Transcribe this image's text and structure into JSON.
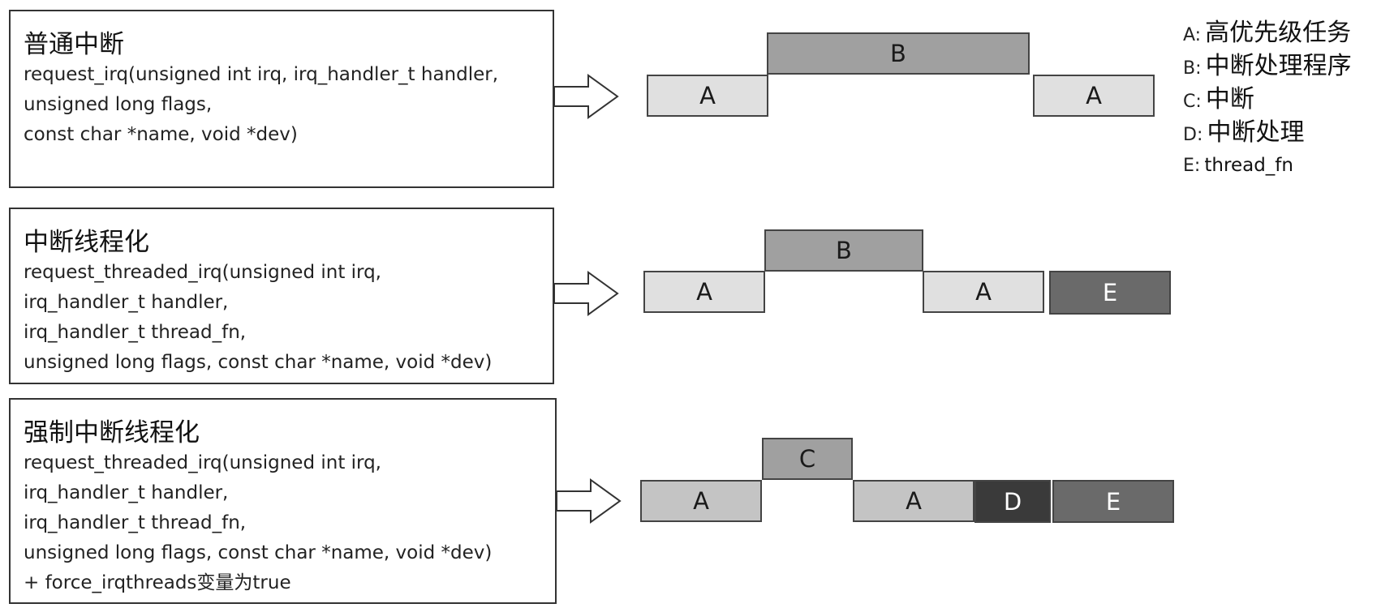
{
  "panels": [
    {
      "title": "普通中断",
      "lines": [
        "request_irq(unsigned int irq, irq_handler_t handler,",
        "unsigned long flags,",
        "const char *name, void *dev)"
      ]
    },
    {
      "title": "中断线程化",
      "lines": [
        "request_threaded_irq(unsigned int irq,",
        "irq_handler_t handler,",
        "irq_handler_t thread_fn,",
        "unsigned long flags, const char *name, void *dev)"
      ]
    },
    {
      "title": "强制中断线程化",
      "lines": [
        "request_threaded_irq(unsigned int irq,",
        "irq_handler_t handler,",
        "irq_handler_t thread_fn,",
        "unsigned long flags, const char *name, void *dev)",
        "+ force_irqthreads变量为true"
      ]
    }
  ],
  "timelines": [
    {
      "blocks": [
        {
          "label": "A",
          "color": "#e0e0e0",
          "level": "low"
        },
        {
          "label": "B",
          "color": "#a0a0a0",
          "level": "high"
        },
        {
          "label": "A",
          "color": "#e0e0e0",
          "level": "low"
        }
      ]
    },
    {
      "blocks": [
        {
          "label": "A",
          "color": "#e0e0e0",
          "level": "low"
        },
        {
          "label": "B",
          "color": "#a0a0a0",
          "level": "high"
        },
        {
          "label": "A",
          "color": "#e0e0e0",
          "level": "low"
        },
        {
          "label": "E",
          "color": "#6a6a6a",
          "level": "low"
        }
      ]
    },
    {
      "blocks": [
        {
          "label": "A",
          "color": "#c4c4c4",
          "level": "low"
        },
        {
          "label": "C",
          "color": "#a0a0a0",
          "level": "high"
        },
        {
          "label": "A",
          "color": "#c4c4c4",
          "level": "low"
        },
        {
          "label": "D",
          "color": "#3a3a3a",
          "level": "low"
        },
        {
          "label": "E",
          "color": "#6a6a6a",
          "level": "low"
        }
      ]
    }
  ],
  "legend": [
    {
      "key": "A:",
      "value": "高优先级任务"
    },
    {
      "key": "B:",
      "value": "中断处理程序"
    },
    {
      "key": "C:",
      "value": "中断"
    },
    {
      "key": "D:",
      "value": "中断处理"
    },
    {
      "key": "E:",
      "value": "thread_fn"
    }
  ]
}
